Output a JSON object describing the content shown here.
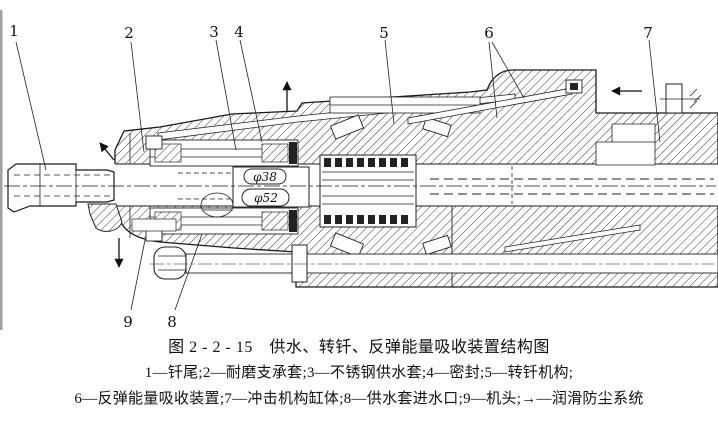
{
  "figure": {
    "caption": "图 2 - 2 - 15　供水、转钎、反弹能量吸收装置结构图",
    "legend_line1": "1—钎尾;2—耐磨支承套;3—不锈钢供水套;4—密封;5—转钎机构;",
    "legend_line2": "6—反弹能量吸收装置;7—冲击机构缸体;8—供水套进水口;9—机头;→—润滑防尘系统"
  },
  "callouts": {
    "c1": "1",
    "c2": "2",
    "c3": "3",
    "c4": "4",
    "c5": "5",
    "c6": "6",
    "c7": "7",
    "c8": "8",
    "c9": "9"
  },
  "dimensions": {
    "small_bore": "φ38",
    "large_bore": "φ52"
  },
  "colors": {
    "line": "#1a1a1a",
    "background": "#ffffff",
    "hatch": "#333333"
  }
}
